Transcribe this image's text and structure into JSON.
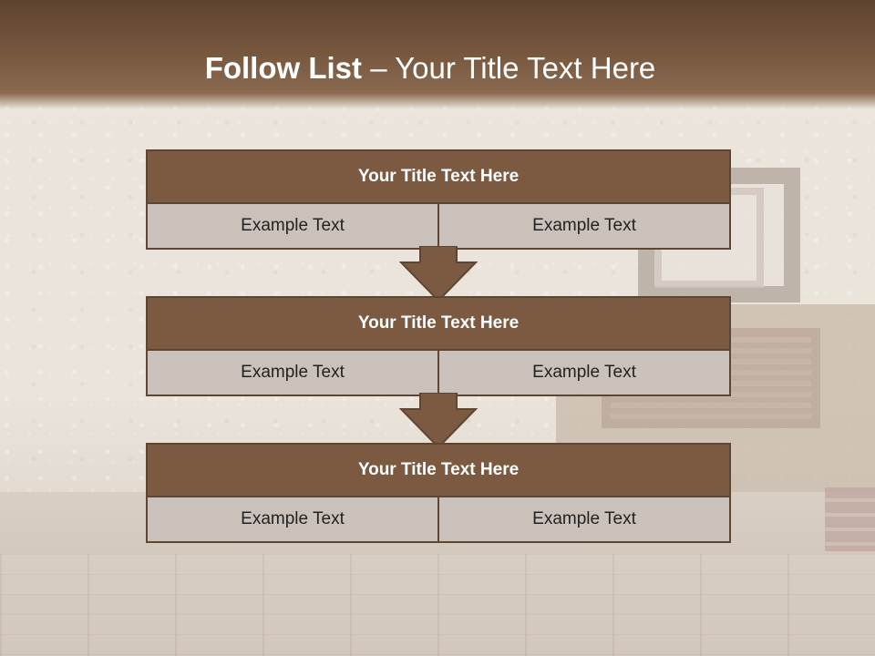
{
  "slide": {
    "title_bold": "Follow List",
    "title_rest": " – Your Title Text Here"
  },
  "blocks": [
    {
      "title": "Your Title Text Here",
      "left_text": "Example Text",
      "right_text": "Example Text"
    },
    {
      "title": "Your Title Text Here",
      "left_text": "Example Text",
      "right_text": "Example Text"
    },
    {
      "title": "Your Title Text Here",
      "left_text": "Example Text",
      "right_text": "Example Text"
    }
  ],
  "colors": {
    "header_band": "#7a5a40",
    "block_title_fill": "#7b5a41",
    "cell_fill": "#c9c1ba",
    "border": "#5e4634",
    "arrow_fill": "#7b5a41"
  },
  "icons": [
    "down-arrow-icon"
  ]
}
